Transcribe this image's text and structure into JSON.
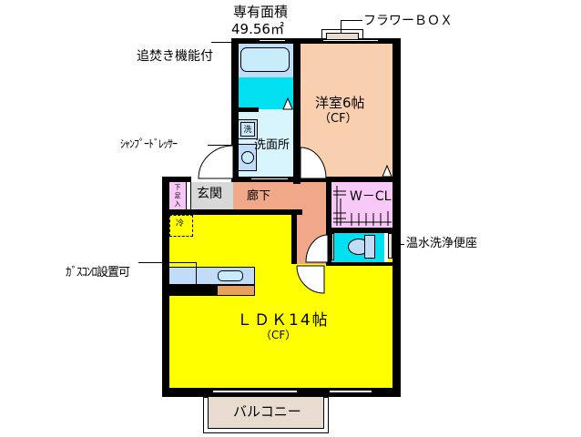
{
  "header": {
    "area_label": "専有面積",
    "area_value": "49.56㎡"
  },
  "rooms": {
    "western_room": {
      "name": "洋室6帖",
      "floor": "（CF）",
      "color": "#f8d0b0"
    },
    "ldk": {
      "name": "ＬＤＫ14帖",
      "floor": "（CF）",
      "color": "#ffff00"
    },
    "washroom": {
      "name": "洗面所",
      "color": "#d8f4fc"
    },
    "bath": {
      "color": "#00e0f0",
      "tub_color": "#c0dcf8"
    },
    "entrance": {
      "name": "玄関",
      "color": "#d8d8d8"
    },
    "hallway": {
      "name": "廊下",
      "color": "#f0a888"
    },
    "wcl": {
      "name": "W－CL",
      "color": "#f8c8f8"
    },
    "toilet": {
      "color": "#00e0f0"
    },
    "shoe_box": {
      "name": "下足入",
      "color": "#f8c8f8"
    },
    "balcony": {
      "name": "バルコニー",
      "color": "#e8dcd0"
    }
  },
  "annotations": {
    "flower_box": "フラワーＢＯＸ",
    "reheat": "追焚き機能付",
    "shampoo_dresser": "ｼｬﾝﾌﾟｰﾄﾞﾚｯｻｰ",
    "washlet": "温水洗浄便座",
    "gas_stove": "ｶﾞｽｺﾝﾛ設置可",
    "washer": "洗",
    "fridge": "冷"
  },
  "colors": {
    "wall": "#000000",
    "kitchen_counter": "#c0dcf8",
    "kitchen_cabinet": "#e8a060"
  }
}
